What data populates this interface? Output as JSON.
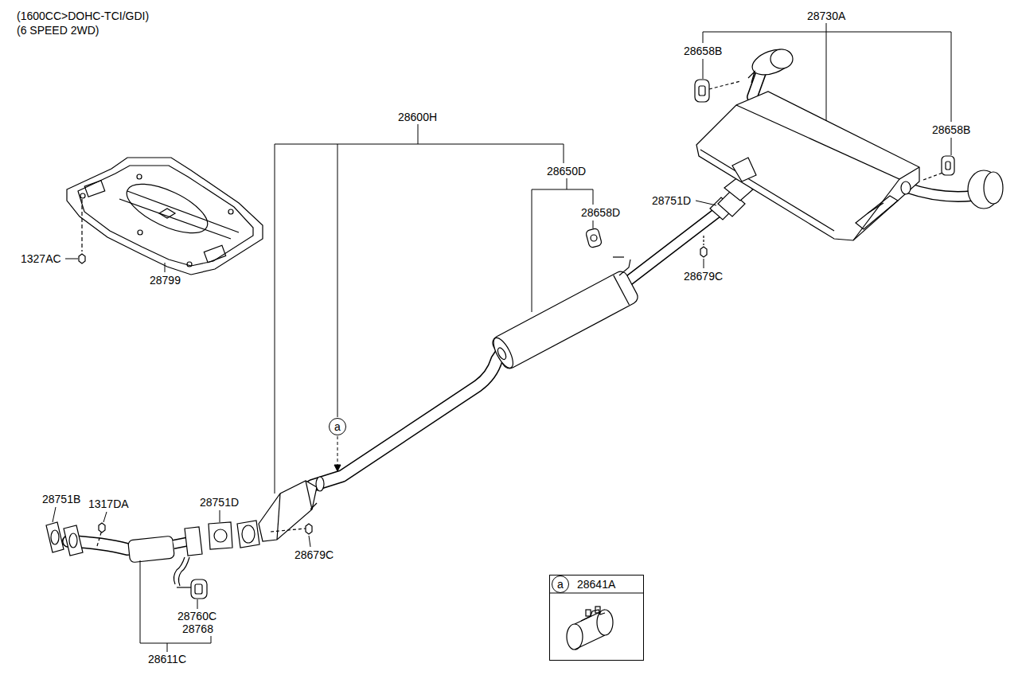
{
  "diagram": {
    "nodes": [
      {
        "text": [
          "28641A"
        ]
      },
      {
        "text": [
          "a"
        ],
        "in": 0
      },
      {
        "text": [
          "a"
        ]
      }
    ],
    "labels": [
      "(1600CC>DOHC-TCI/GDI)",
      "(6 SPEED 2WD)",
      "28730A",
      "28658B",
      "28658B",
      "28600H",
      "28650D",
      "28658D",
      "28751D",
      "28679C",
      "1327AC",
      "28799",
      "28751B",
      "1317DA",
      "28751D",
      "28679C",
      "28760C",
      "28768",
      "28611C"
    ]
  }
}
